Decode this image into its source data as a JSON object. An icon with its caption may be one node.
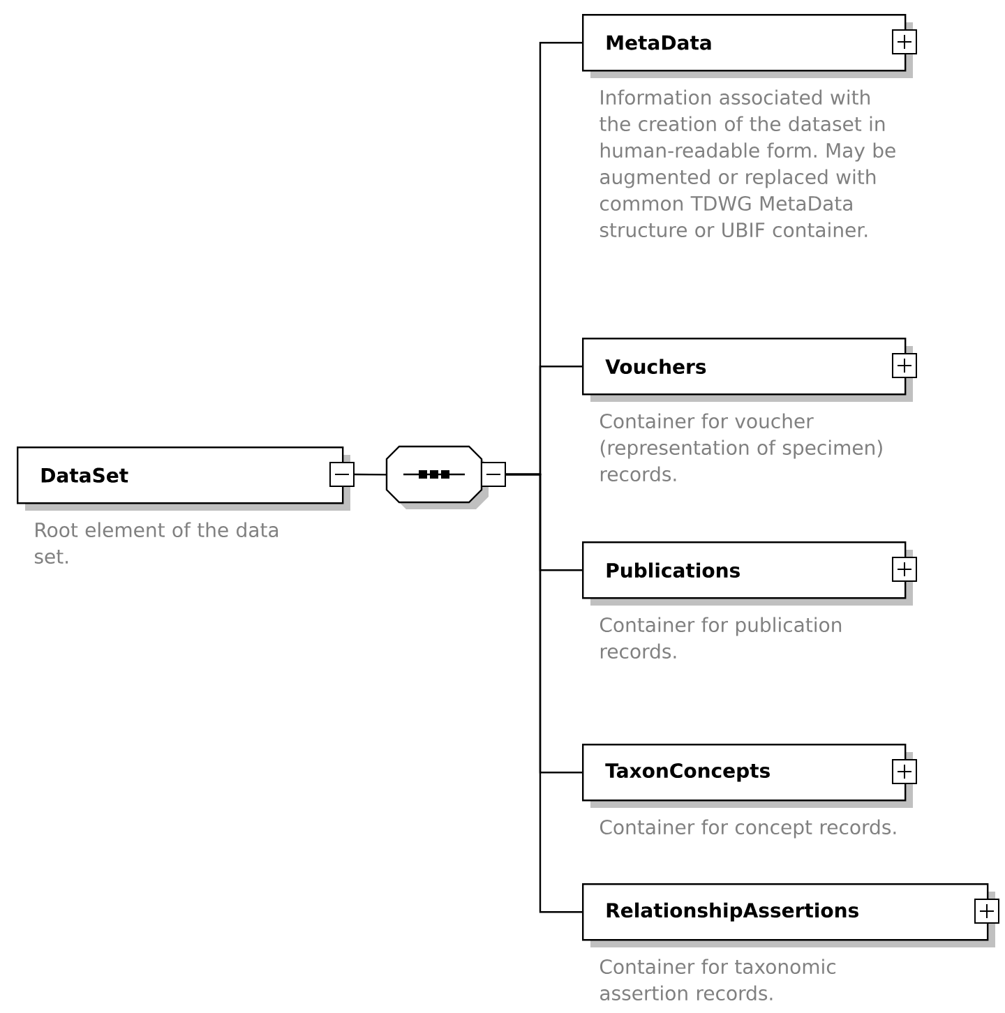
{
  "diagram": {
    "nodes": [
      {
        "text": [
          "DataSet"
        ],
        "beside": [
          "Root element of the data set."
        ]
      },
      {
        "text": [],
        "shape": "octagon"
      },
      {
        "text": [
          "MetaData"
        ],
        "beside": [
          "Information associated with the creation of the dataset in human-readable form. May be augmented or replaced with common TDWG MetaData structure or UBIF container."
        ]
      },
      {
        "text": [
          "Vouchers"
        ],
        "beside": [
          "Container for voucher (representation of specimen) records."
        ]
      },
      {
        "text": [
          "Publications"
        ],
        "beside": [
          "Container for publication records."
        ]
      },
      {
        "text": [
          "TaxonConcepts"
        ],
        "beside": [
          "Container for concept records."
        ]
      },
      {
        "text": [
          "RelationshipAssertions"
        ],
        "beside": [
          "Container for taxonomic assertion records."
        ]
      }
    ],
    "edges": [
      {
        "from": 0,
        "to": 1,
        "arrow": "none"
      },
      {
        "from": 1,
        "to": 2,
        "arrow": "none"
      },
      {
        "from": 1,
        "to": 3,
        "arrow": "none"
      },
      {
        "from": 1,
        "to": 4,
        "arrow": "none"
      },
      {
        "from": 1,
        "to": 5,
        "arrow": "none"
      },
      {
        "from": 1,
        "to": 6,
        "arrow": "none"
      }
    ]
  }
}
